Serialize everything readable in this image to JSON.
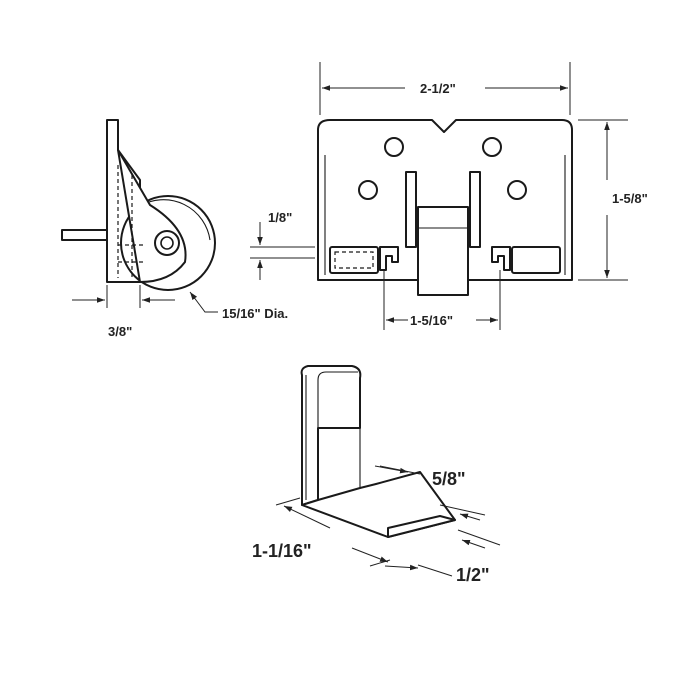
{
  "side_view": {
    "width_label": "3/8\"",
    "wheel_label": "15/16\" Dia."
  },
  "front_view": {
    "width_label": "2-1/2\"",
    "height_label": "1-5/8\"",
    "offset_label": "1/8\"",
    "slot_label": "1-5/16\""
  },
  "bracket": {
    "width_label": "5/8\"",
    "length_label": "1-1/16\"",
    "tab_label": "1/2\""
  }
}
